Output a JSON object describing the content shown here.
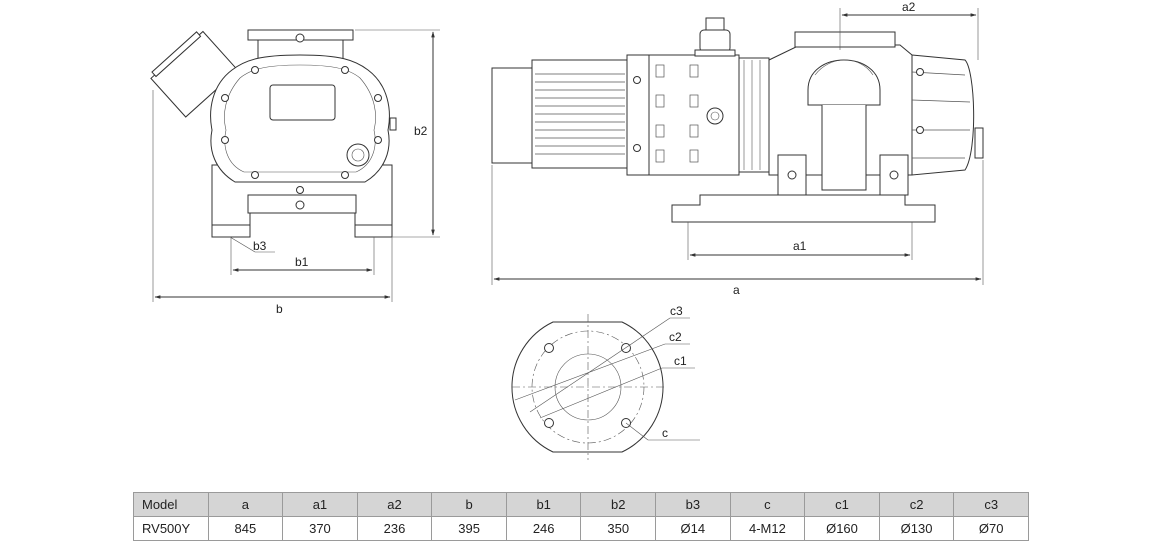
{
  "labels": {
    "a": "a",
    "a1": "a1",
    "a2": "a2",
    "b": "b",
    "b1": "b1",
    "b2": "b2",
    "b3": "b3",
    "c": "c",
    "c1": "c1",
    "c2": "c2",
    "c3": "c3"
  },
  "table": {
    "headers": [
      "Model",
      "a",
      "a1",
      "a2",
      "b",
      "b1",
      "b2",
      "b3",
      "c",
      "c1",
      "c2",
      "c3"
    ],
    "rows": [
      [
        "RV500Y",
        "845",
        "370",
        "236",
        "395",
        "246",
        "350",
        "Ø14",
        "4-M12",
        "Ø160",
        "Ø130",
        "Ø70"
      ]
    ]
  }
}
